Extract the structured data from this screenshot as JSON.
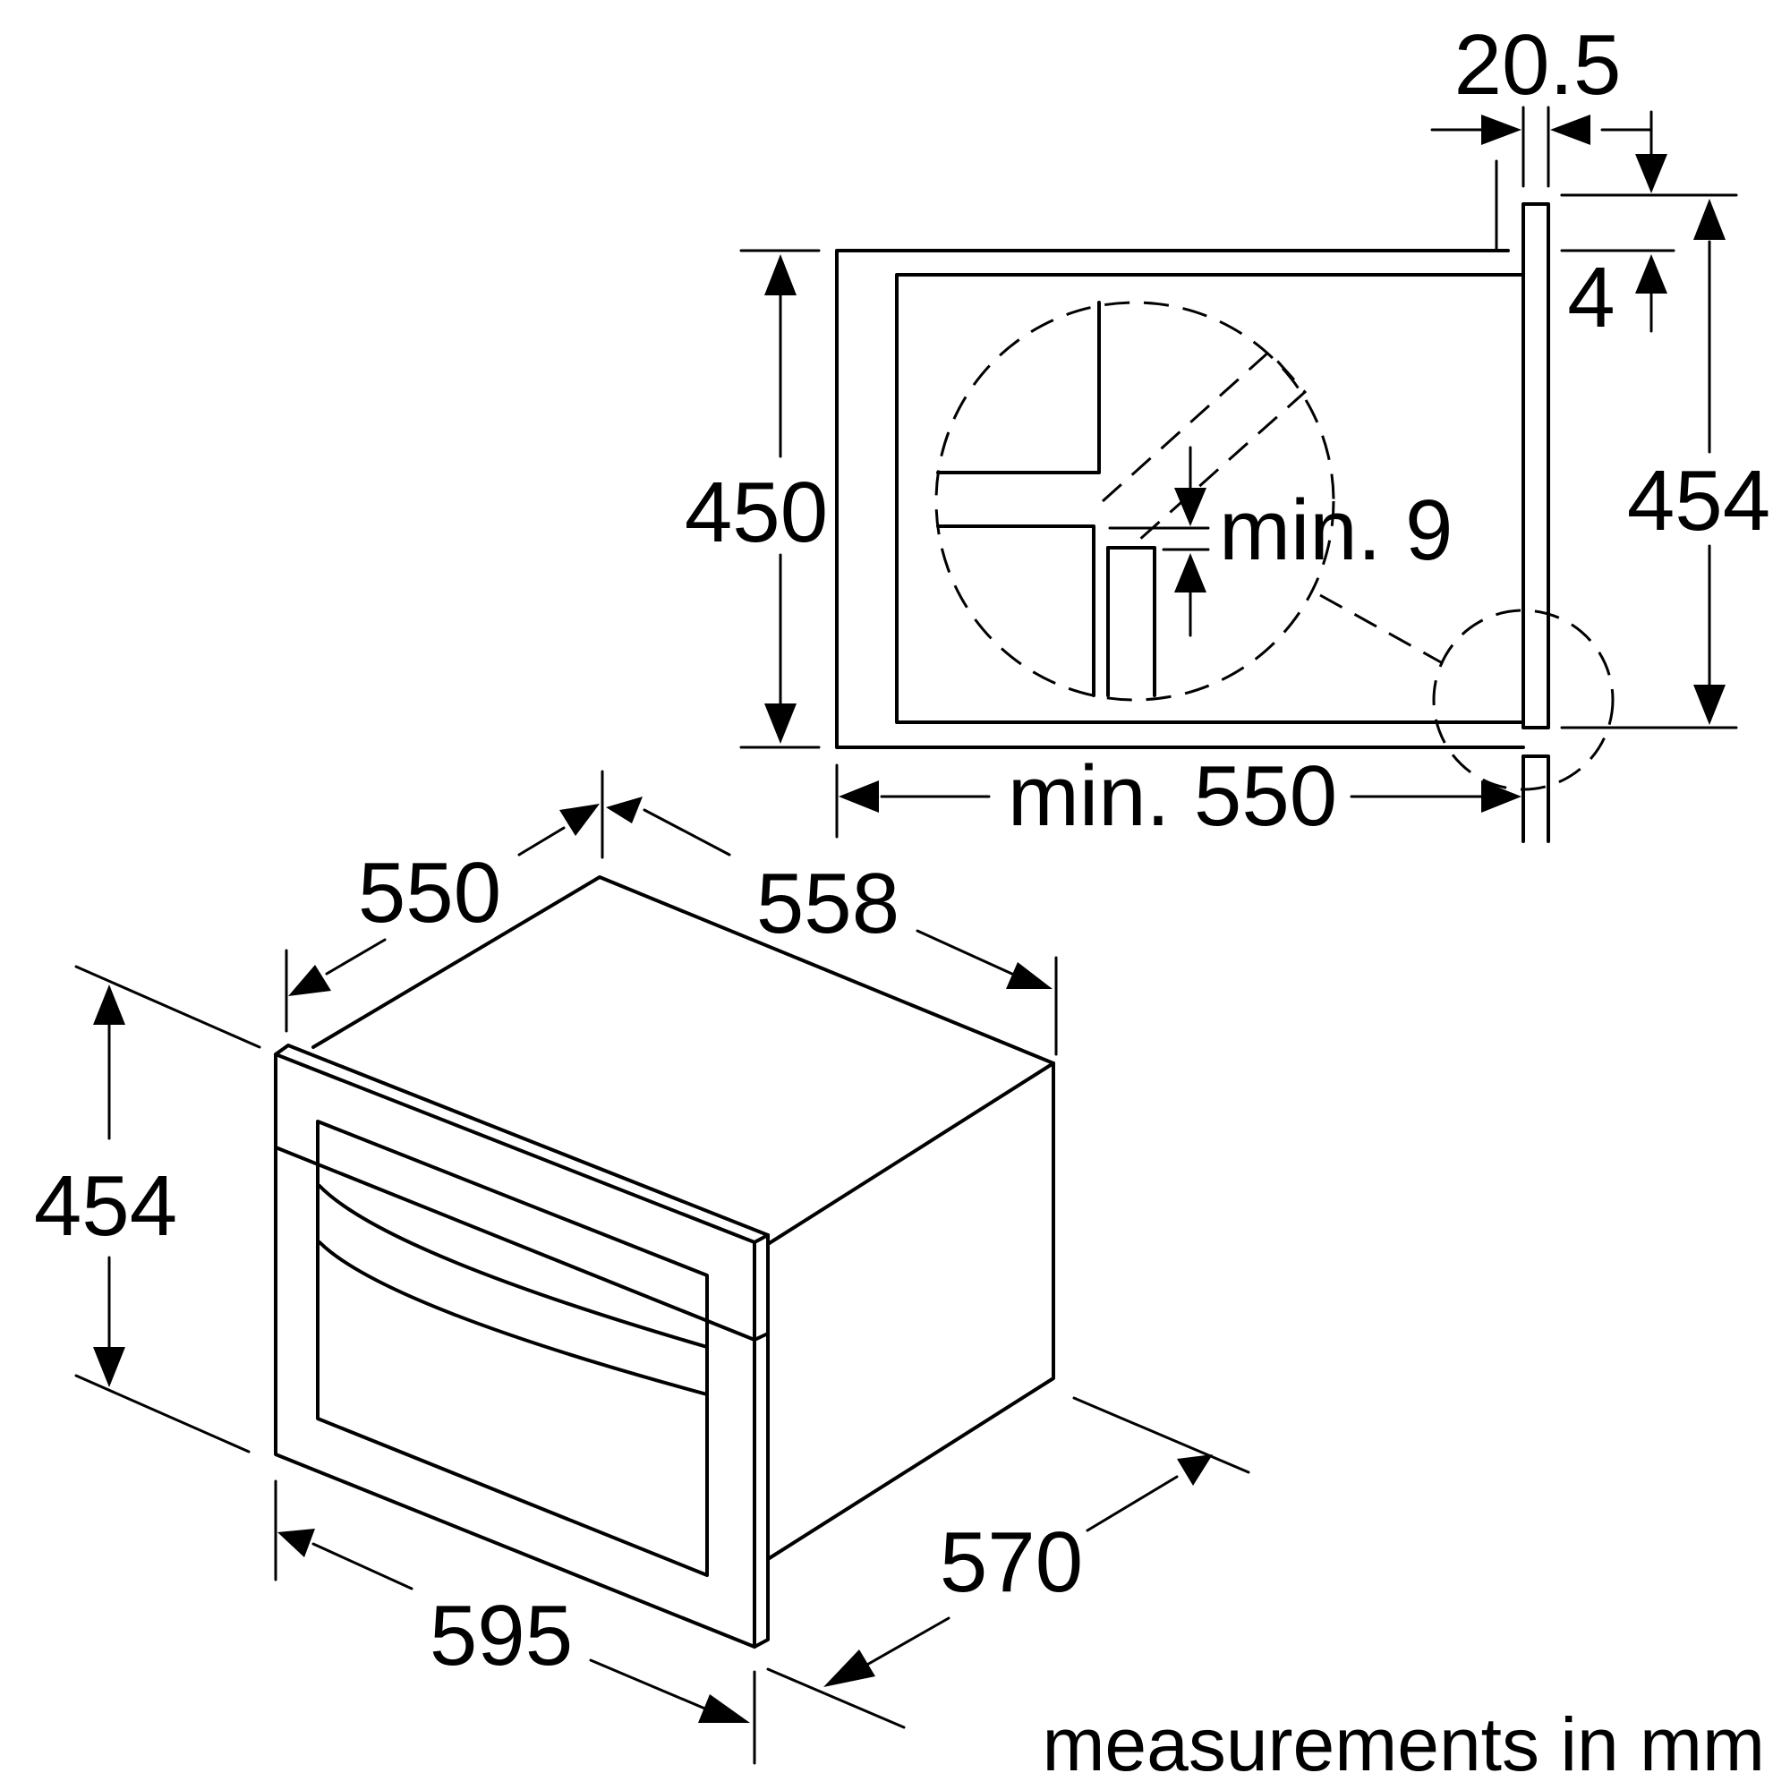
{
  "dimensions": {
    "side_view": {
      "panel_thickness": "20.5",
      "panel_offset": "4",
      "niche_height": "450",
      "appliance_height": "454",
      "clearance": "min. 9",
      "niche_depth": "min. 550"
    },
    "iso_view": {
      "depth_top": "550",
      "depth_body": "558",
      "height": "454",
      "width": "595",
      "depth_total": "570"
    }
  },
  "caption": "measurements in mm"
}
